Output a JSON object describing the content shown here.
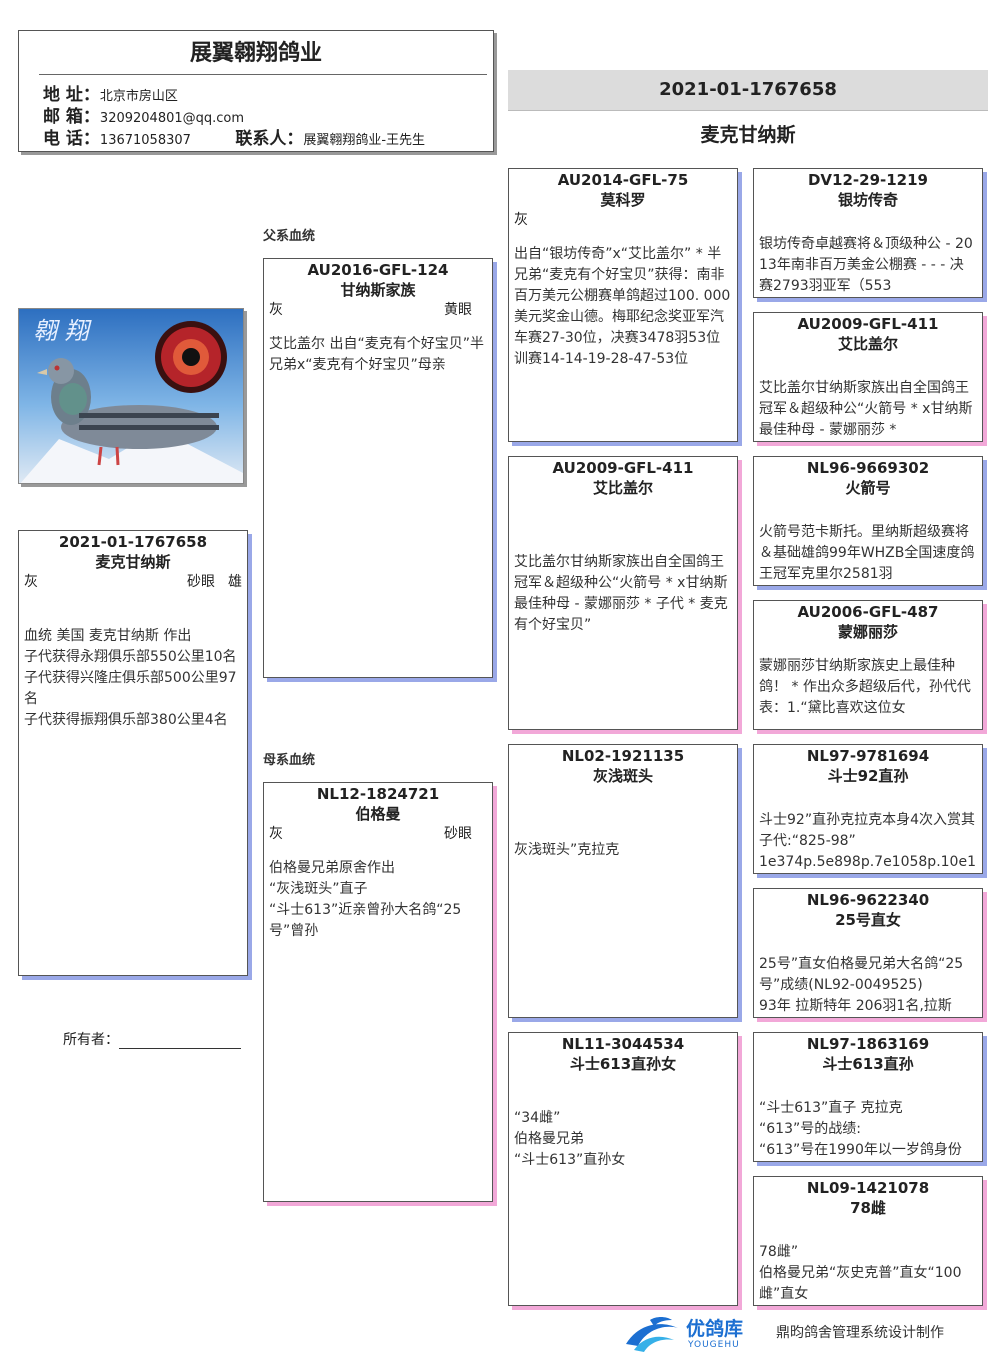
{
  "header": {
    "title": "展翼翱翔鸽业",
    "address_label": "地 址：",
    "address": "北京市房山区",
    "email_label": "邮 箱：",
    "email": "3209204801@qq.com",
    "phone_label": "电 话：",
    "phone": "13671058307",
    "contact_label": "联系人：",
    "contact": "展翼翱翔鸽业-王先生"
  },
  "main": {
    "ring": "2021-01-1767658",
    "name": "麦克甘纳斯"
  },
  "labels": {
    "sire_line": "父系血统",
    "dam_line": "母系血统",
    "owner": "所有者："
  },
  "subject": {
    "ring": "2021-01-1767658",
    "name": "麦克甘纳斯",
    "color": "灰",
    "eye": "砂眼",
    "sex": "雄",
    "notes": "血统 美国 麦克甘纳斯 作出\n子代获得永翔俱乐部550公里10名\n子代获得兴隆庄俱乐部500公里97名\n子代获得振翔俱乐部380公里4名"
  },
  "sire": {
    "ring": "AU2016-GFL-124",
    "name": "甘纳斯家族",
    "color": "灰",
    "eye": "黄眼",
    "notes": "艾比盖尔 出自“麦克有个好宝贝”半兄弟x“麦克有个好宝贝”母亲"
  },
  "dam": {
    "ring": "NL12-1824721",
    "name": "伯格曼",
    "color": "灰",
    "eye": "砂眼",
    "notes": "伯格曼兄弟原舍作出\n“灰浅斑头”直子\n“斗士613”近亲曾孙大名鸽“25号”曾孙"
  },
  "gen3": [
    {
      "ring": "AU2014-GFL-75",
      "name": "莫科罗",
      "color": "灰",
      "notes": "出自“银坊传奇”x“艾比盖尔” * 半兄弟“麦克有个好宝贝”获得：南非百万美元公棚赛单鸽超过100. 000美元奖金山德。梅耶纪念奖亚军汽车赛27-30位，决赛3478羽53位训赛14-14-19-28-47-53位"
    },
    {
      "ring": "AU2009-GFL-411",
      "name": "艾比盖尔",
      "color": "",
      "notes": "艾比盖尔甘纳斯家族出自全国鸽王冠军＆超级种公“火箭号 * x甘纳斯最佳种母 - 蒙娜丽莎 * 子代 * 麦克有个好宝贝”"
    },
    {
      "ring": "NL02-1921135",
      "name": "灰浅斑头",
      "color": "",
      "notes": "灰浅斑头”克拉克"
    },
    {
      "ring": "NL11-3044534",
      "name": "斗士613直孙女",
      "color": "",
      "notes": "“34雌”\n伯格曼兄弟\n“斗士613”直孙女"
    }
  ],
  "gen4": [
    {
      "ring": "DV12-29-1219",
      "name": "银坊传奇",
      "notes": "银坊传奇卓越赛将＆顶级种公 - 2013年南非百万美金公棚赛 - - - 决赛2793羽亚军（553"
    },
    {
      "ring": "AU2009-GFL-411",
      "name": "艾比盖尔",
      "notes": "艾比盖尔甘纳斯家族出自全国鸽王冠军＆超级种公“火箭号 * x甘纳斯最佳种母 - 蒙娜丽莎 *"
    },
    {
      "ring": "NL96-9669302",
      "name": "火箭号",
      "notes": "火箭号范卡斯托。里纳斯超级赛将＆基础雄鸽99年WHZB全国速度鸽王冠军克里尔2581羽"
    },
    {
      "ring": "AU2006-GFL-487",
      "name": "蒙娜丽莎",
      "notes": "蒙娜丽莎甘纳斯家族史上最佳种鸽！ * 作出众多超级后代，孙代代表：1.“黛比喜欢这位女"
    },
    {
      "ring": "NL97-9781694",
      "name": "斗士92直孙",
      "notes": "斗士92”直孙克拉克本身4次入赏其子代:“825-98”\n1e374p.5e898p.7e1058p.10e1"
    },
    {
      "ring": "NL96-9622340",
      "name": "25号直女",
      "notes": "25号”直女伯格曼兄弟大名鸽“25号”成绩(NL92-0049525)\n93年 拉斯特年 206羽1名,拉斯"
    },
    {
      "ring": "NL97-1863169",
      "name": "斗士613直孙",
      "notes": "“斗士613”直子 克拉克\n“613”号的战绩:\n“613”号在1990年以一岁鸽身份"
    },
    {
      "ring": "NL09-1421078",
      "name": "78雌",
      "notes": "78雌”\n伯格曼兄弟“灰史克普”直女“100雌”直女"
    }
  ],
  "footer": {
    "brand_cn": "优鸽库",
    "brand_en": "YOUGEHU",
    "credit": "鼎昀鸽舍管理系统设计制作"
  },
  "colors": {
    "shadow_sire": "#9aa8e8",
    "shadow_dam": "#f2a8d8"
  }
}
